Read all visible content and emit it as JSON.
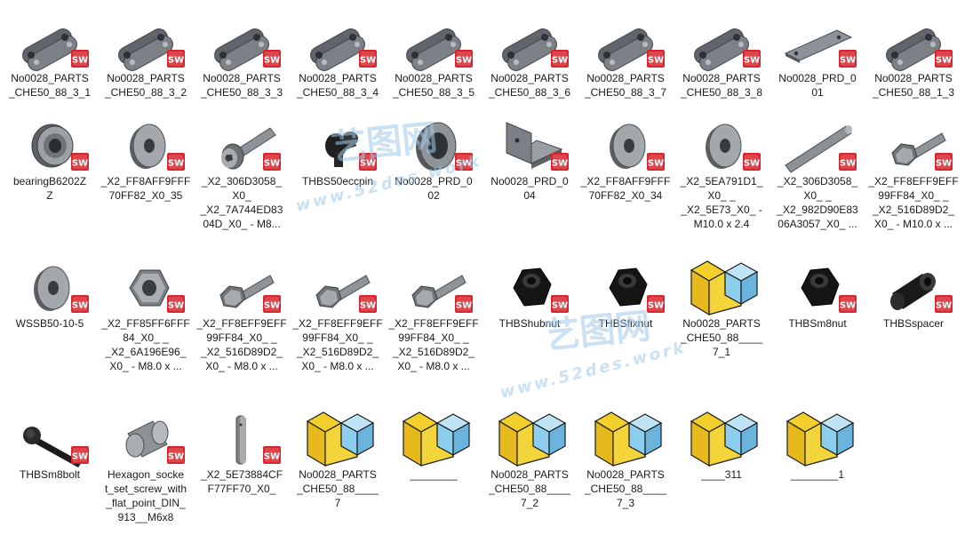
{
  "colors": {
    "sw_badge": "#d8262e",
    "part_gray": "#6f7479",
    "bolt_black": "#1e1e1e",
    "assembly_yellow": "#f2cf2b",
    "assembly_blue": "#8dcdee",
    "watermark": "#9fc7ea"
  },
  "badge_text": "SW",
  "watermark": {
    "text_cn": "艺图网",
    "text_url": "www.52des.work"
  },
  "rows": [
    [
      {
        "name": "No0028_PARTSCHE50_88_3_1",
        "lines": [
          "No0028_PARTS",
          "_CHE50_88_3_1"
        ],
        "icon": "chain-link-icon",
        "kind": "chain"
      },
      {
        "name": "No0028_PARTSCHE50_88_3_2",
        "lines": [
          "No0028_PARTS",
          "_CHE50_88_3_2"
        ],
        "icon": "chain-link-icon",
        "kind": "chain"
      },
      {
        "name": "No0028_PARTSCHE50_88_3_3",
        "lines": [
          "No0028_PARTS",
          "_CHE50_88_3_3"
        ],
        "icon": "chain-link-icon",
        "kind": "chain"
      },
      {
        "name": "No0028_PARTSCHE50_88_3_4",
        "lines": [
          "No0028_PARTS",
          "_CHE50_88_3_4"
        ],
        "icon": "chain-link-icon",
        "kind": "chain"
      },
      {
        "name": "No0028_PARTSCHE50_88_3_5",
        "lines": [
          "No0028_PARTS",
          "_CHE50_88_3_5"
        ],
        "icon": "chain-link-icon",
        "kind": "chain"
      },
      {
        "name": "No0028_PARTSCHE50_88_3_6",
        "lines": [
          "No0028_PARTS",
          "_CHE50_88_3_6"
        ],
        "icon": "chain-link-icon",
        "kind": "chain"
      },
      {
        "name": "No0028_PARTSCHE50_88_3_7",
        "lines": [
          "No0028_PARTS",
          "_CHE50_88_3_7"
        ],
        "icon": "chain-link-icon",
        "kind": "chain"
      },
      {
        "name": "No0028_PARTSCHE50_88_3_8",
        "lines": [
          "No0028_PARTS",
          "_CHE50_88_3_8"
        ],
        "icon": "chain-link-icon",
        "kind": "chain"
      },
      {
        "name": "No0028_PRD_001",
        "lines": [
          "No0028_PRD_0",
          "01"
        ],
        "icon": "plate-icon",
        "kind": "plate"
      },
      {
        "name": "No0028_PARTSCHE50_88_1_3",
        "lines": [
          "No0028_PARTS",
          "_CHE50_88_1_3"
        ],
        "icon": "chain-link-icon",
        "kind": "chain"
      }
    ],
    [
      {
        "name": "bearingB6202ZZ",
        "lines": [
          "bearingB6202Z",
          "Z"
        ],
        "icon": "bearing-icon",
        "kind": "bearing"
      },
      {
        "name": "_X2_FF8AFF9FFF70FF82_X0_35",
        "lines": [
          "_X2_FF8AFF9FFF",
          "70FF82_X0_35"
        ],
        "icon": "washer-icon",
        "kind": "washer"
      },
      {
        "name": "_X2_306D3058_X0__X2_7A744ED8304D_X0_ - M8",
        "lines": [
          "_X2_306D3058_",
          "X0_",
          "_X2_7A744ED83",
          "04D_X0_ - M8..."
        ],
        "icon": "socket-bolt-icon",
        "kind": "socketbolt"
      },
      {
        "name": "THBS50eccpin",
        "lines": [
          "THBS50eccpin"
        ],
        "icon": "ecc-pin-icon",
        "kind": "eccpin"
      },
      {
        "name": "No0028_PRD_002",
        "lines": [
          "No0028_PRD_0",
          "02"
        ],
        "icon": "ring-icon",
        "kind": "ring"
      },
      {
        "name": "No0028_PRD_004",
        "lines": [
          "No0028_PRD_0",
          "04"
        ],
        "icon": "bracket-icon",
        "kind": "bracket"
      },
      {
        "name": "_X2_FF8AFF9FFF70FF82_X0_34",
        "lines": [
          "_X2_FF8AFF9FFF",
          "70FF82_X0_34"
        ],
        "icon": "washer-icon",
        "kind": "washer"
      },
      {
        "name": "_X2_5EA791D1_X0__X2_5E73_X0_ - M10.0 x 2.4",
        "lines": [
          "_X2_5EA791D1_",
          "X0_ _",
          "_X2_5E73_X0_ -",
          "M10.0 x 2.4"
        ],
        "icon": "washer-icon",
        "kind": "washer"
      },
      {
        "name": "_X2_306D3058_X0__X2_982D90E8306A3057_X0_",
        "lines": [
          "_X2_306D3058_",
          "X0_ _",
          "_X2_982D90E83",
          "06A3057_X0_ ..."
        ],
        "icon": "rod-icon",
        "kind": "rod"
      },
      {
        "name": "_X2_FF8EFF9EFF99FF84_X0__X2_516D89D2_X0_ - M10.0 x",
        "lines": [
          "_X2_FF8EFF9EFF",
          "99FF84_X0_ _",
          "_X2_516D89D2_",
          "X0_ - M10.0 x ..."
        ],
        "icon": "hex-bolt-icon",
        "kind": "hexbolt"
      }
    ],
    [
      {
        "name": "WSSB50-10-5",
        "lines": [
          "WSSB50-10-5"
        ],
        "icon": "washer-icon",
        "kind": "washer"
      },
      {
        "name": "_X2_FF85FF6FFF84_X0__X2_6A196E96_X0_ - M8.0 x",
        "lines": [
          "_X2_FF85FF6FFF",
          "84_X0_ _",
          "_X2_6A196E96_",
          "X0_ - M8.0 x ..."
        ],
        "icon": "hex-nut-icon",
        "kind": "graynut"
      },
      {
        "name": "_X2_FF8EFF9EFF99FF84_X0__X2_516D89D2_X0_ - M8.0 x a",
        "lines": [
          "_X2_FF8EFF9EFF",
          "99FF84_X0_ _",
          "_X2_516D89D2_",
          "X0_ - M8.0 x ..."
        ],
        "icon": "hex-bolt-icon",
        "kind": "hexbolt"
      },
      {
        "name": "_X2_FF8EFF9EFF99FF84_X0__X2_516D89D2_X0_ - M8.0 x b",
        "lines": [
          "_X2_FF8EFF9EFF",
          "99FF84_X0_ _",
          "_X2_516D89D2_",
          "X0_ - M8.0 x ..."
        ],
        "icon": "hex-bolt-icon",
        "kind": "hexbolt"
      },
      {
        "name": "_X2_FF8EFF9EFF99FF84_X0__X2_516D89D2_X0_ - M8.0 x c",
        "lines": [
          "_X2_FF8EFF9EFF",
          "99FF84_X0_ _",
          "_X2_516D89D2_",
          "X0_ - M8.0 x ..."
        ],
        "icon": "hex-bolt-icon",
        "kind": "hexbolt"
      },
      {
        "name": "THBShubnut",
        "lines": [
          "THBShubnut"
        ],
        "icon": "black-nut-icon",
        "kind": "blacknut"
      },
      {
        "name": "THBSfixnut",
        "lines": [
          "THBSfixnut"
        ],
        "icon": "black-nut-icon",
        "kind": "blacknut"
      },
      {
        "name": "No0028_PARTSCHE50_88_____7_1",
        "lines": [
          "No0028_PARTS",
          "_CHE50_88____",
          "7_1"
        ],
        "icon": "assembly-icon",
        "kind": "assembly"
      },
      {
        "name": "THBSm8nut",
        "lines": [
          "THBSm8nut"
        ],
        "icon": "black-nut-icon",
        "kind": "blacknut"
      },
      {
        "name": "THBSspacer",
        "lines": [
          "THBSspacer"
        ],
        "icon": "spacer-icon",
        "kind": "spacer"
      }
    ],
    [
      {
        "name": "THBSm8bolt",
        "lines": [
          "THBSm8bolt"
        ],
        "icon": "black-bolt-icon",
        "kind": "blackbolt"
      },
      {
        "name": "Hexagon_socket_set_screw_with_flat_point_DIN_913__M6x8",
        "lines": [
          "Hexagon_socke",
          "t_set_screw_with",
          "_flat_point_DIN_",
          "913__M6x8"
        ],
        "icon": "set-screw-icon",
        "kind": "setscrew"
      },
      {
        "name": "_X2_5E73884CFF77FF70_X0_",
        "lines": [
          "_X2_5E73884CF",
          "F77FF70_X0_"
        ],
        "icon": "key-icon",
        "kind": "key"
      },
      {
        "name": "No0028_PARTSCHE50_88_____7",
        "lines": [
          "No0028_PARTS",
          "_CHE50_88____",
          "7"
        ],
        "icon": "assembly-icon",
        "kind": "assembly"
      },
      {
        "name": "________",
        "lines": [
          "________"
        ],
        "icon": "assembly-icon",
        "kind": "assembly"
      },
      {
        "name": "No0028_PARTSCHE50_88_____7_2",
        "lines": [
          "No0028_PARTS",
          "_CHE50_88____",
          "7_2"
        ],
        "icon": "assembly-icon",
        "kind": "assembly"
      },
      {
        "name": "No0028_PARTSCHE50_88_____7_3",
        "lines": [
          "No0028_PARTS",
          "_CHE50_88____",
          "7_3"
        ],
        "icon": "assembly-icon",
        "kind": "assembly"
      },
      {
        "name": "____311",
        "lines": [
          "____311"
        ],
        "icon": "assembly-icon",
        "kind": "assembly"
      },
      {
        "name": "________1",
        "lines": [
          "________1"
        ],
        "icon": "assembly-icon",
        "kind": "assembly"
      }
    ]
  ]
}
